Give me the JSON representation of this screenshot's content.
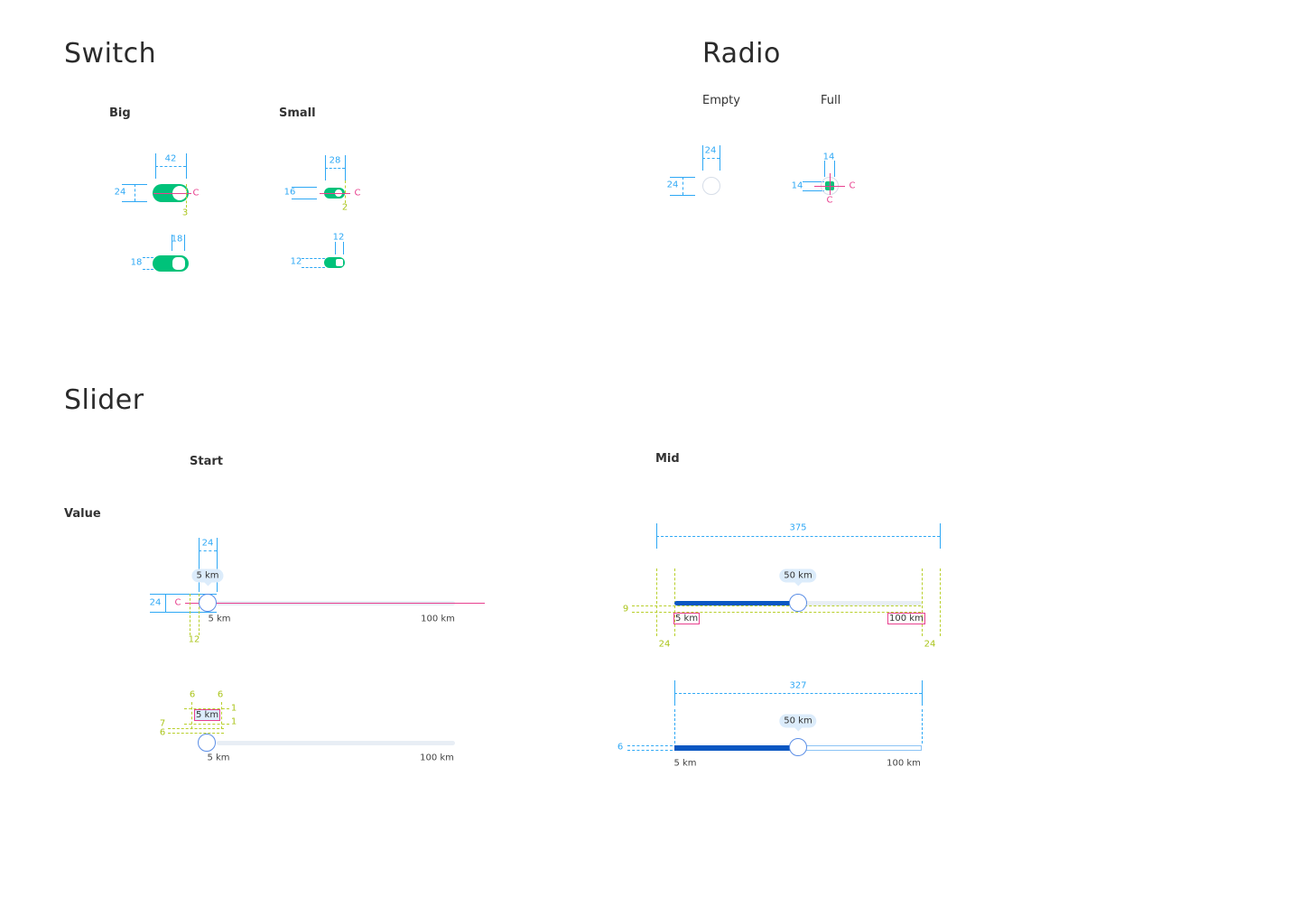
{
  "sections": {
    "switch": "Switch",
    "radio": "Radio",
    "slider": "Slider"
  },
  "switch": {
    "big": "Big",
    "small": "Small",
    "big_on": {
      "width": "42",
      "height": "24",
      "center": "C",
      "offset": "3"
    },
    "big_off": {
      "knob": "18",
      "height": "18"
    },
    "small_on": {
      "width": "28",
      "height": "16",
      "center": "C",
      "offset": "2"
    },
    "small_off": {
      "knob": "12",
      "height": "12"
    }
  },
  "radio": {
    "empty": "Empty",
    "full": "Full",
    "empty_dims": {
      "width": "24",
      "height": "24"
    },
    "full_dims": {
      "width": "14",
      "height": "14",
      "center_h": "C",
      "center_v": "C"
    }
  },
  "slider": {
    "start": "Start",
    "mid": "Mid",
    "value": "Value",
    "start_a": {
      "tooltip": "5 km",
      "min": "5 km",
      "max": "100 km",
      "thumb_w": "24",
      "thumb_h": "24",
      "center": "C",
      "offset": "12"
    },
    "start_b": {
      "tooltip": "5 km",
      "min": "5 km",
      "max": "100 km",
      "pad_l": "6",
      "pad_r": "6",
      "pad_t": "1",
      "pad_b": "1",
      "gap1": "7",
      "gap2": "6"
    },
    "mid_a": {
      "tooltip": "50 km",
      "min": "5 km",
      "max": "100 km",
      "width": "375",
      "gap": "9",
      "margin_l": "24",
      "margin_r": "24",
      "value_fraction": 0.5
    },
    "mid_b": {
      "tooltip": "50 km",
      "min": "5 km",
      "max": "100 km",
      "width": "327",
      "track_h": "6",
      "value_fraction": 0.5
    }
  },
  "colors": {
    "dim": "#2ea8f5",
    "center": "#e8418f",
    "spacing": "#aac41a",
    "switch_on": "#00c27a",
    "slider_fill": "#0a57c2"
  }
}
